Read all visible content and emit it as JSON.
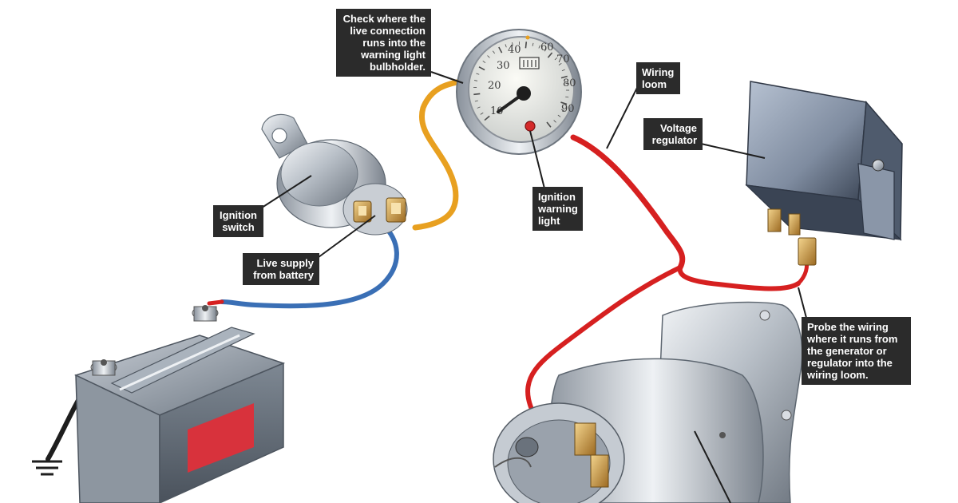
{
  "callouts": {
    "bulbholder": "Check where the\nlive connection\nruns into the\nwarning light\nbulbholder.",
    "wiring_loom": "Wiring\nloom",
    "voltage_regulator": "Voltage\nregulator",
    "ignition_switch": "Ignition\nswitch",
    "live_supply": "Live supply\nfrom battery",
    "ignition_warning_light": "Ignition\nwarning\nlight",
    "probe_wiring": "Probe the wiring\nwhere it runs from\nthe generator or\nregulator into the\nwiring loom."
  },
  "gauge": {
    "dial_numbers": [
      "10",
      "20",
      "30",
      "40",
      "60",
      "70",
      "80",
      "90"
    ]
  },
  "colors": {
    "live_wire": "#e8a020",
    "loom_wire": "#d62020",
    "battery_wire": "#3a6fb5",
    "warning_lamp": "#d42a2a",
    "callout_bg": "#2b2b2b"
  }
}
